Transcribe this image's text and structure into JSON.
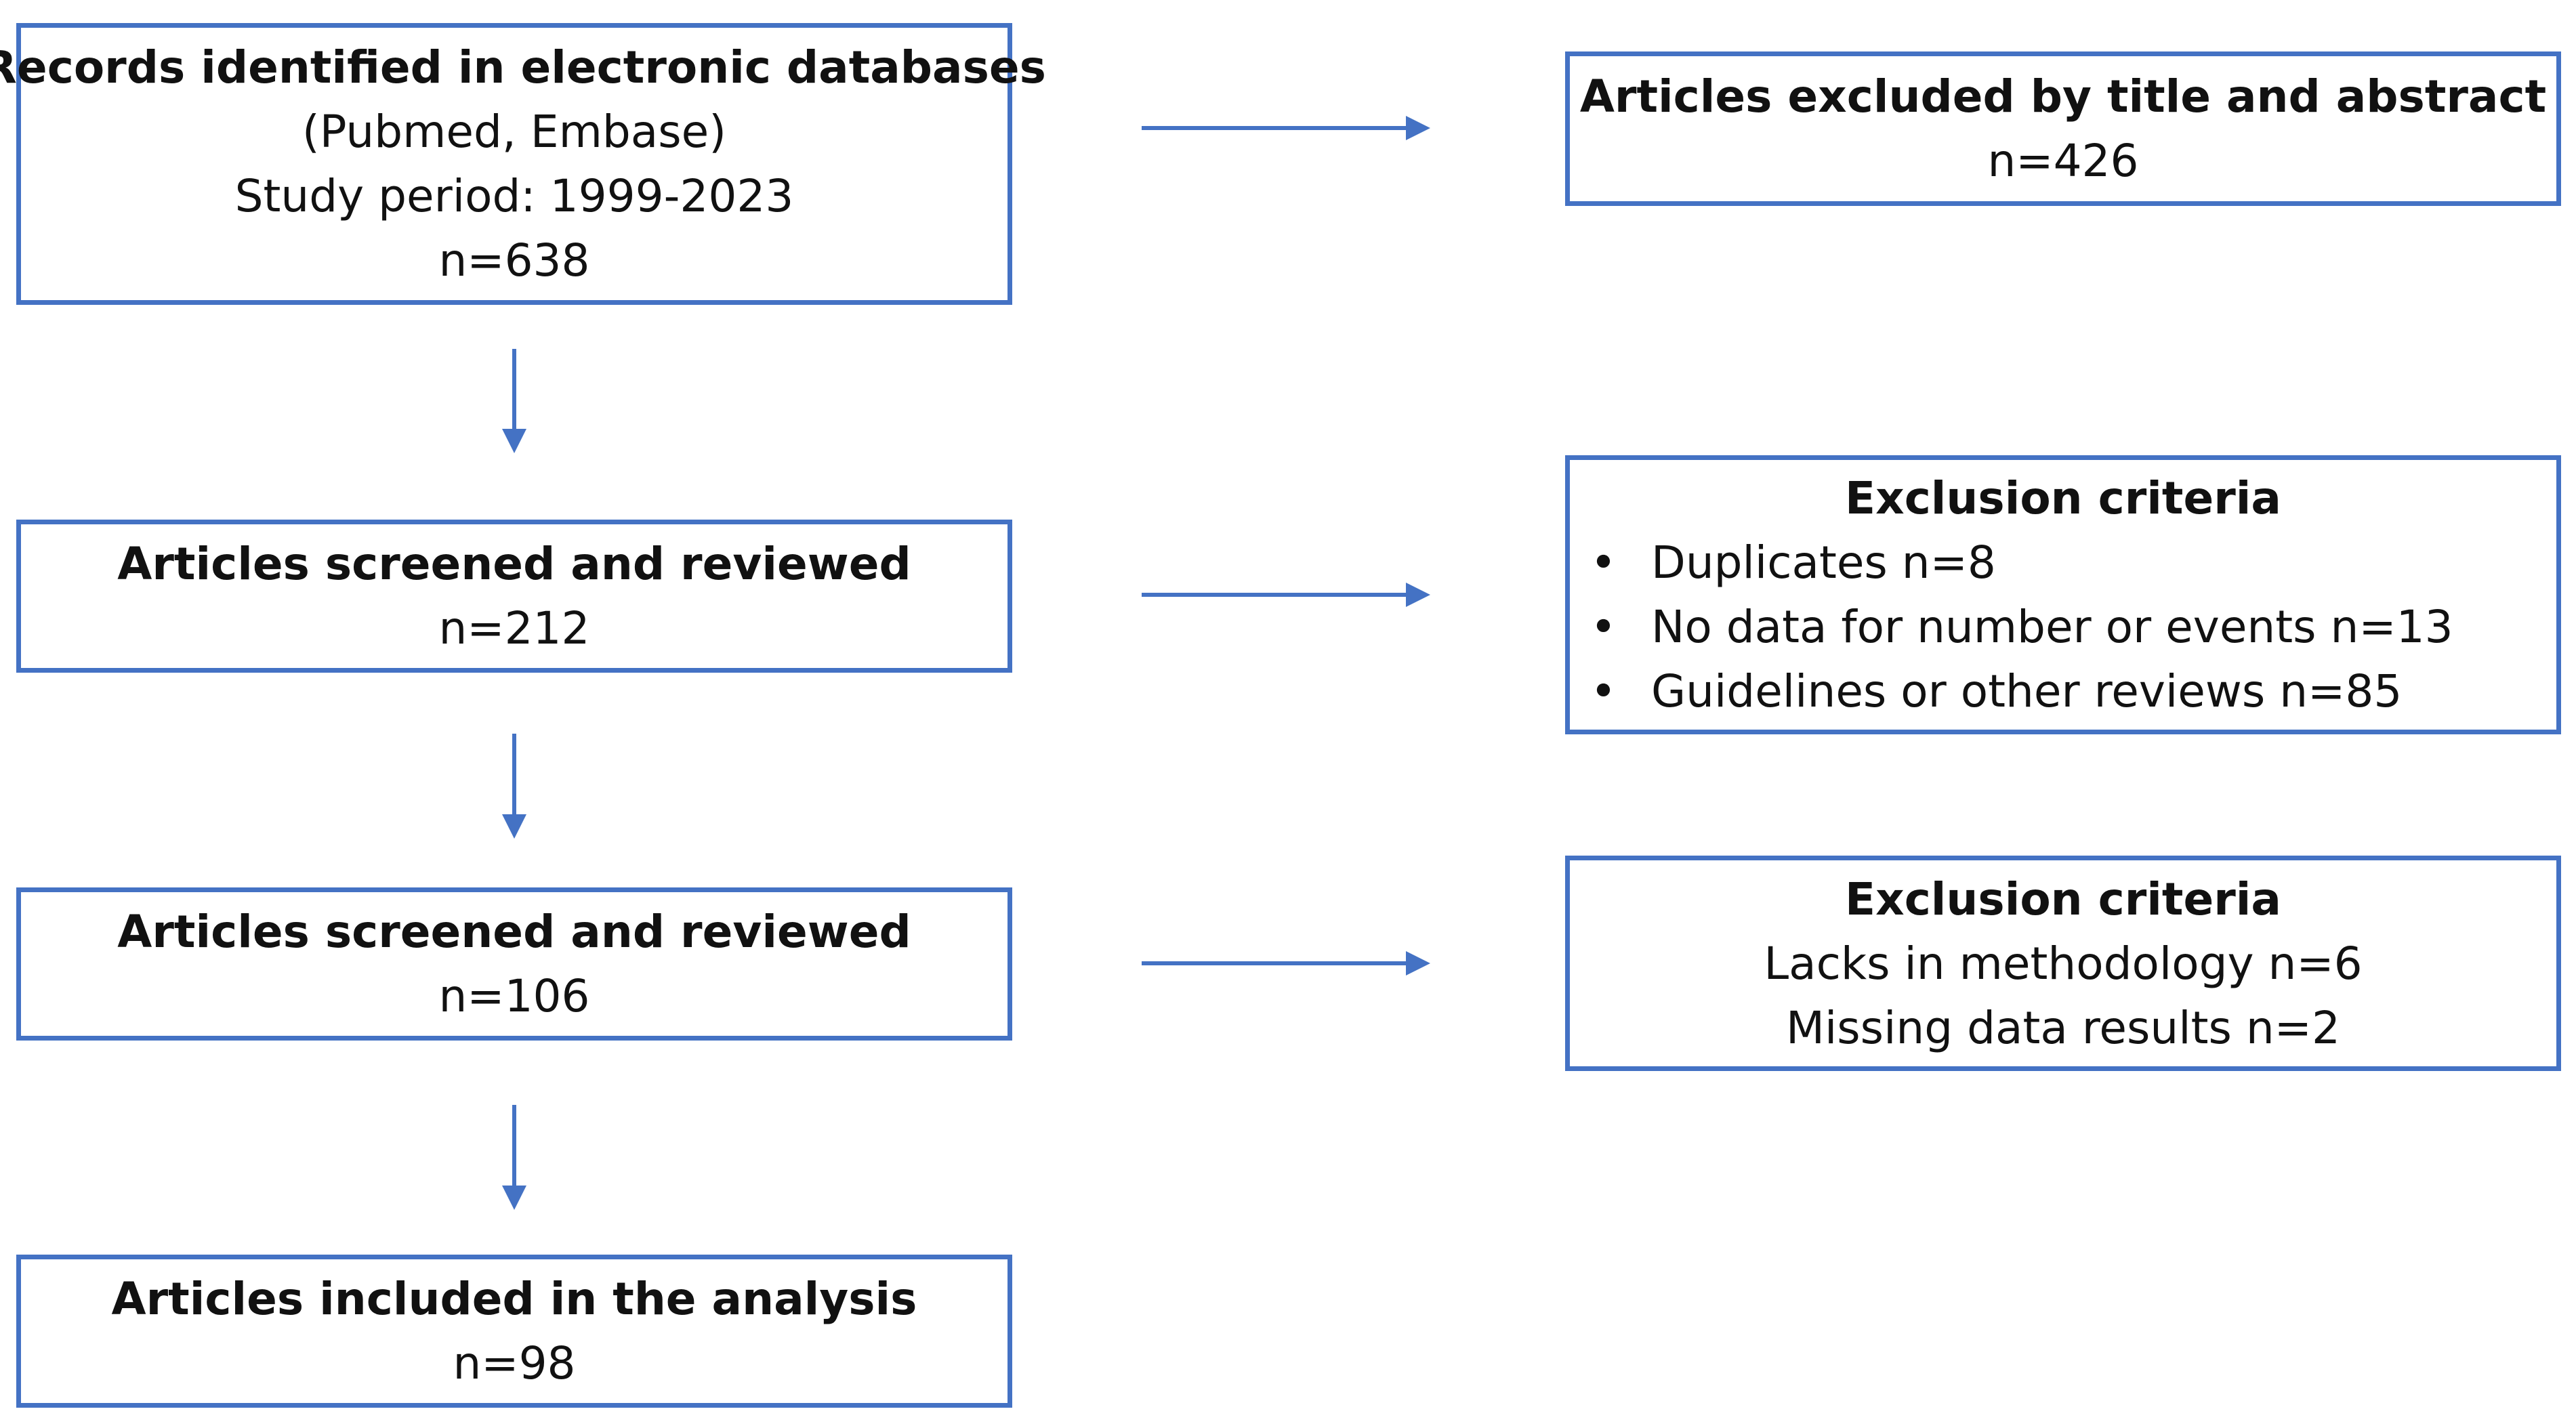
{
  "diagram": {
    "colors": {
      "box_border": "#4472C4",
      "arrow": "#4472C4",
      "text": "#111111",
      "background": "#ffffff"
    },
    "left_column": [
      {
        "id": "records-identified",
        "title": "Records identified in electronic databases",
        "lines": [
          "(Pubmed, Embase)",
          "Study period: 1999-2023",
          "n=638"
        ]
      },
      {
        "id": "screened-1",
        "title": "Articles screened and reviewed",
        "lines": [
          "n=212"
        ]
      },
      {
        "id": "screened-2",
        "title": "Articles screened and reviewed",
        "lines": [
          "n=106"
        ]
      },
      {
        "id": "included",
        "title": "Articles included in the analysis",
        "lines": [
          "n=98"
        ]
      }
    ],
    "right_column": [
      {
        "id": "excluded-title-abstract",
        "title": "Articles excluded by title and abstract",
        "lines": [
          "n=426"
        ]
      },
      {
        "id": "exclusion-1",
        "title": "Exclusion criteria",
        "bullet_symbol": "•",
        "bullets": [
          "Duplicates n=8",
          "No data for number or events n=13",
          "Guidelines or other reviews n=85"
        ]
      },
      {
        "id": "exclusion-2",
        "title": "Exclusion criteria",
        "lines": [
          "Lacks in methodology n=6",
          "Missing data results n=2"
        ]
      }
    ]
  }
}
